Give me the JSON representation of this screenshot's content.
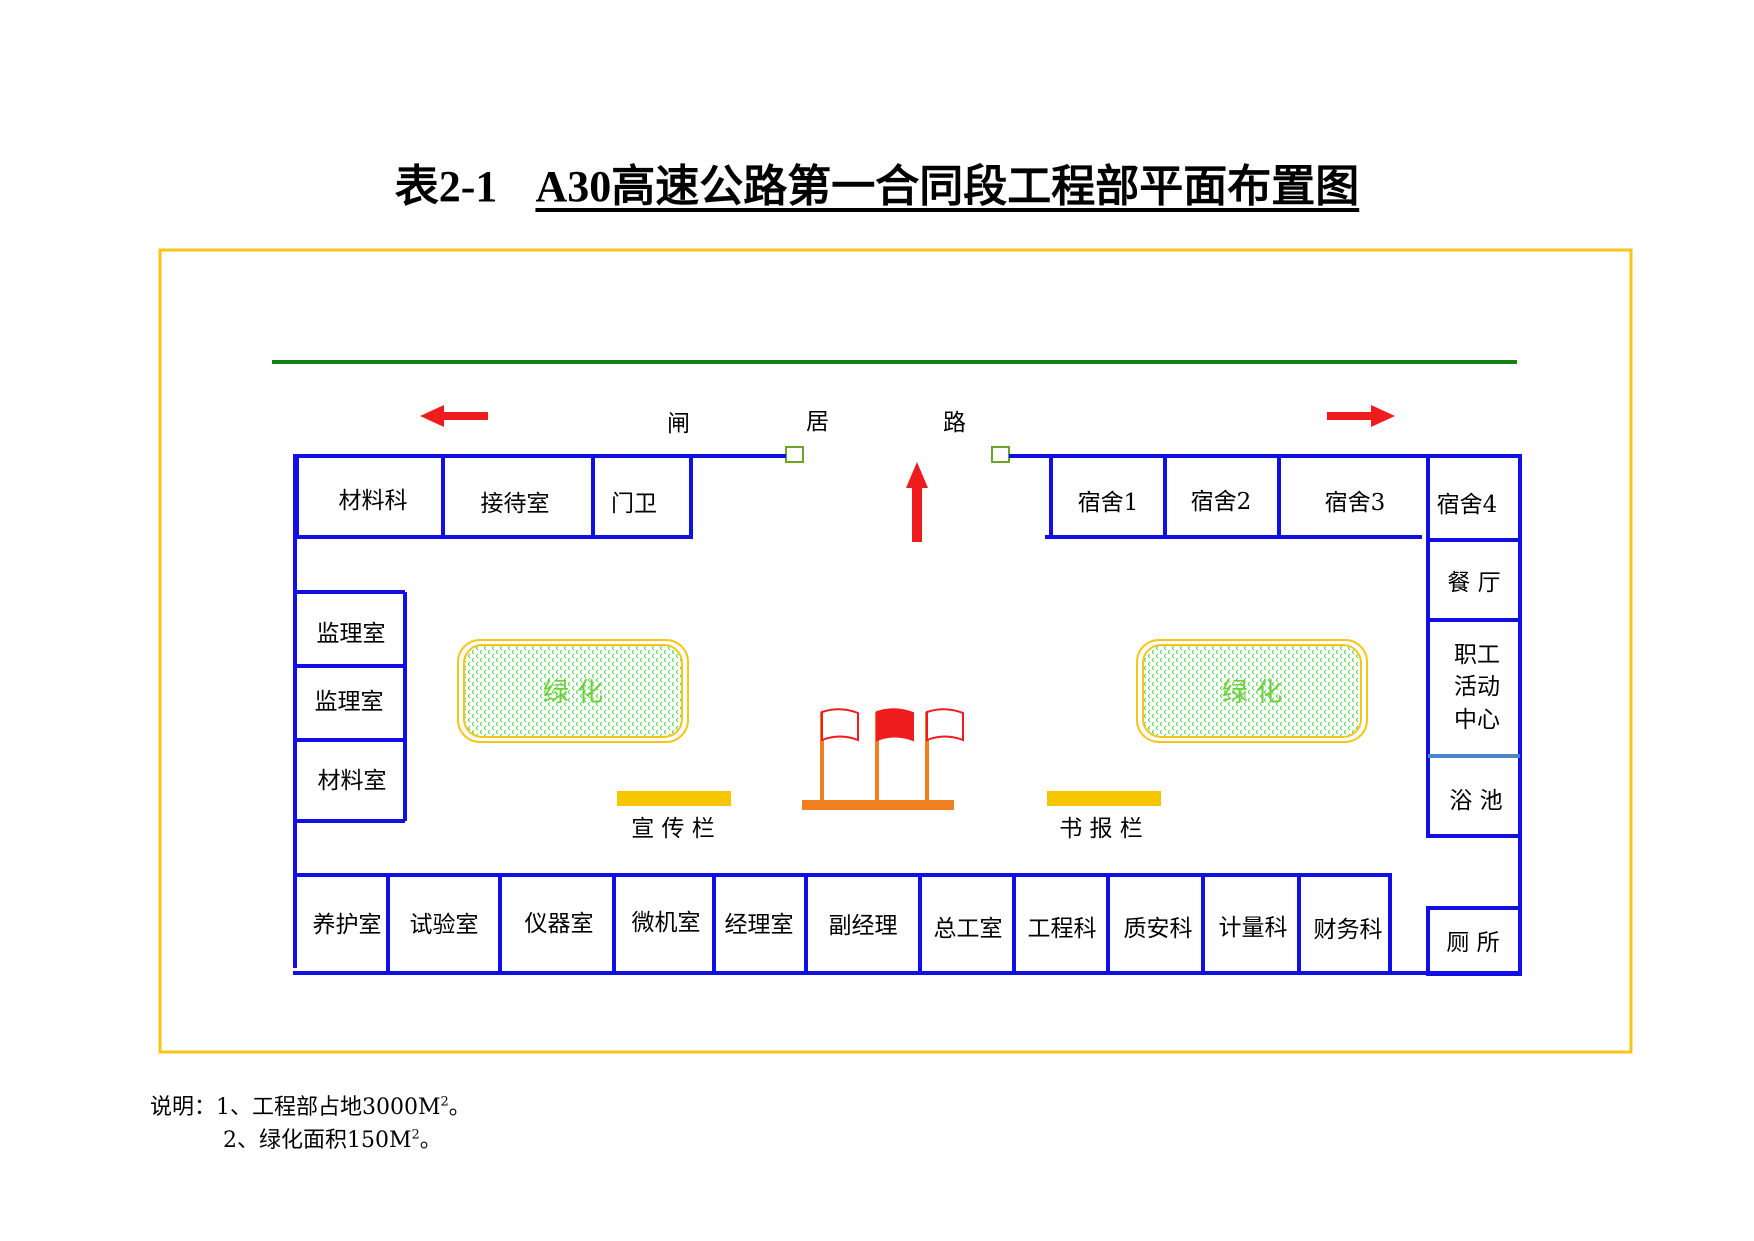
{
  "title": {
    "code": "表2-1",
    "main": "A30高速公路第一合同段工程部平面布置图"
  },
  "road": {
    "chars": [
      "闸",
      "居",
      "路"
    ]
  },
  "rooms": {
    "top_left": [
      "材料科",
      "接待室",
      "门卫"
    ],
    "top_right": [
      "宿舍1",
      "宿舍2",
      "宿舍3",
      "宿舍4"
    ],
    "left": [
      "监理室",
      "监理室",
      "材料室"
    ],
    "right": [
      "餐 厅",
      "职工",
      "活动",
      "中心",
      "浴 池"
    ],
    "bottom": [
      "养护室",
      "试验室",
      "仪器室",
      "微机室",
      "经理室",
      "副经理",
      "总工室",
      "工程科",
      "质安科",
      "计量科",
      "财务科"
    ],
    "toilet": "厕 所"
  },
  "greening": {
    "left": "绿 化",
    "right": "绿 化"
  },
  "boards": {
    "publicity": "宣 传 栏",
    "reading": "书 报 栏"
  },
  "notes": {
    "line1_prefix": "说明：1、工程部占地3000M",
    "line1_sup": "2",
    "line1_suffix": "。",
    "line2_prefix": "2、绿化面积150M",
    "line2_sup": "2",
    "line2_suffix": "。"
  },
  "colors": {
    "wall": "#1010e6",
    "boundary": "#f5c518",
    "road_line": "#128012",
    "arrow": "#ee1c1c",
    "flag_pole": "#f07f22",
    "board": "#f6c700",
    "green_fill": "#52d452",
    "green_text": "#6fcf3a"
  }
}
